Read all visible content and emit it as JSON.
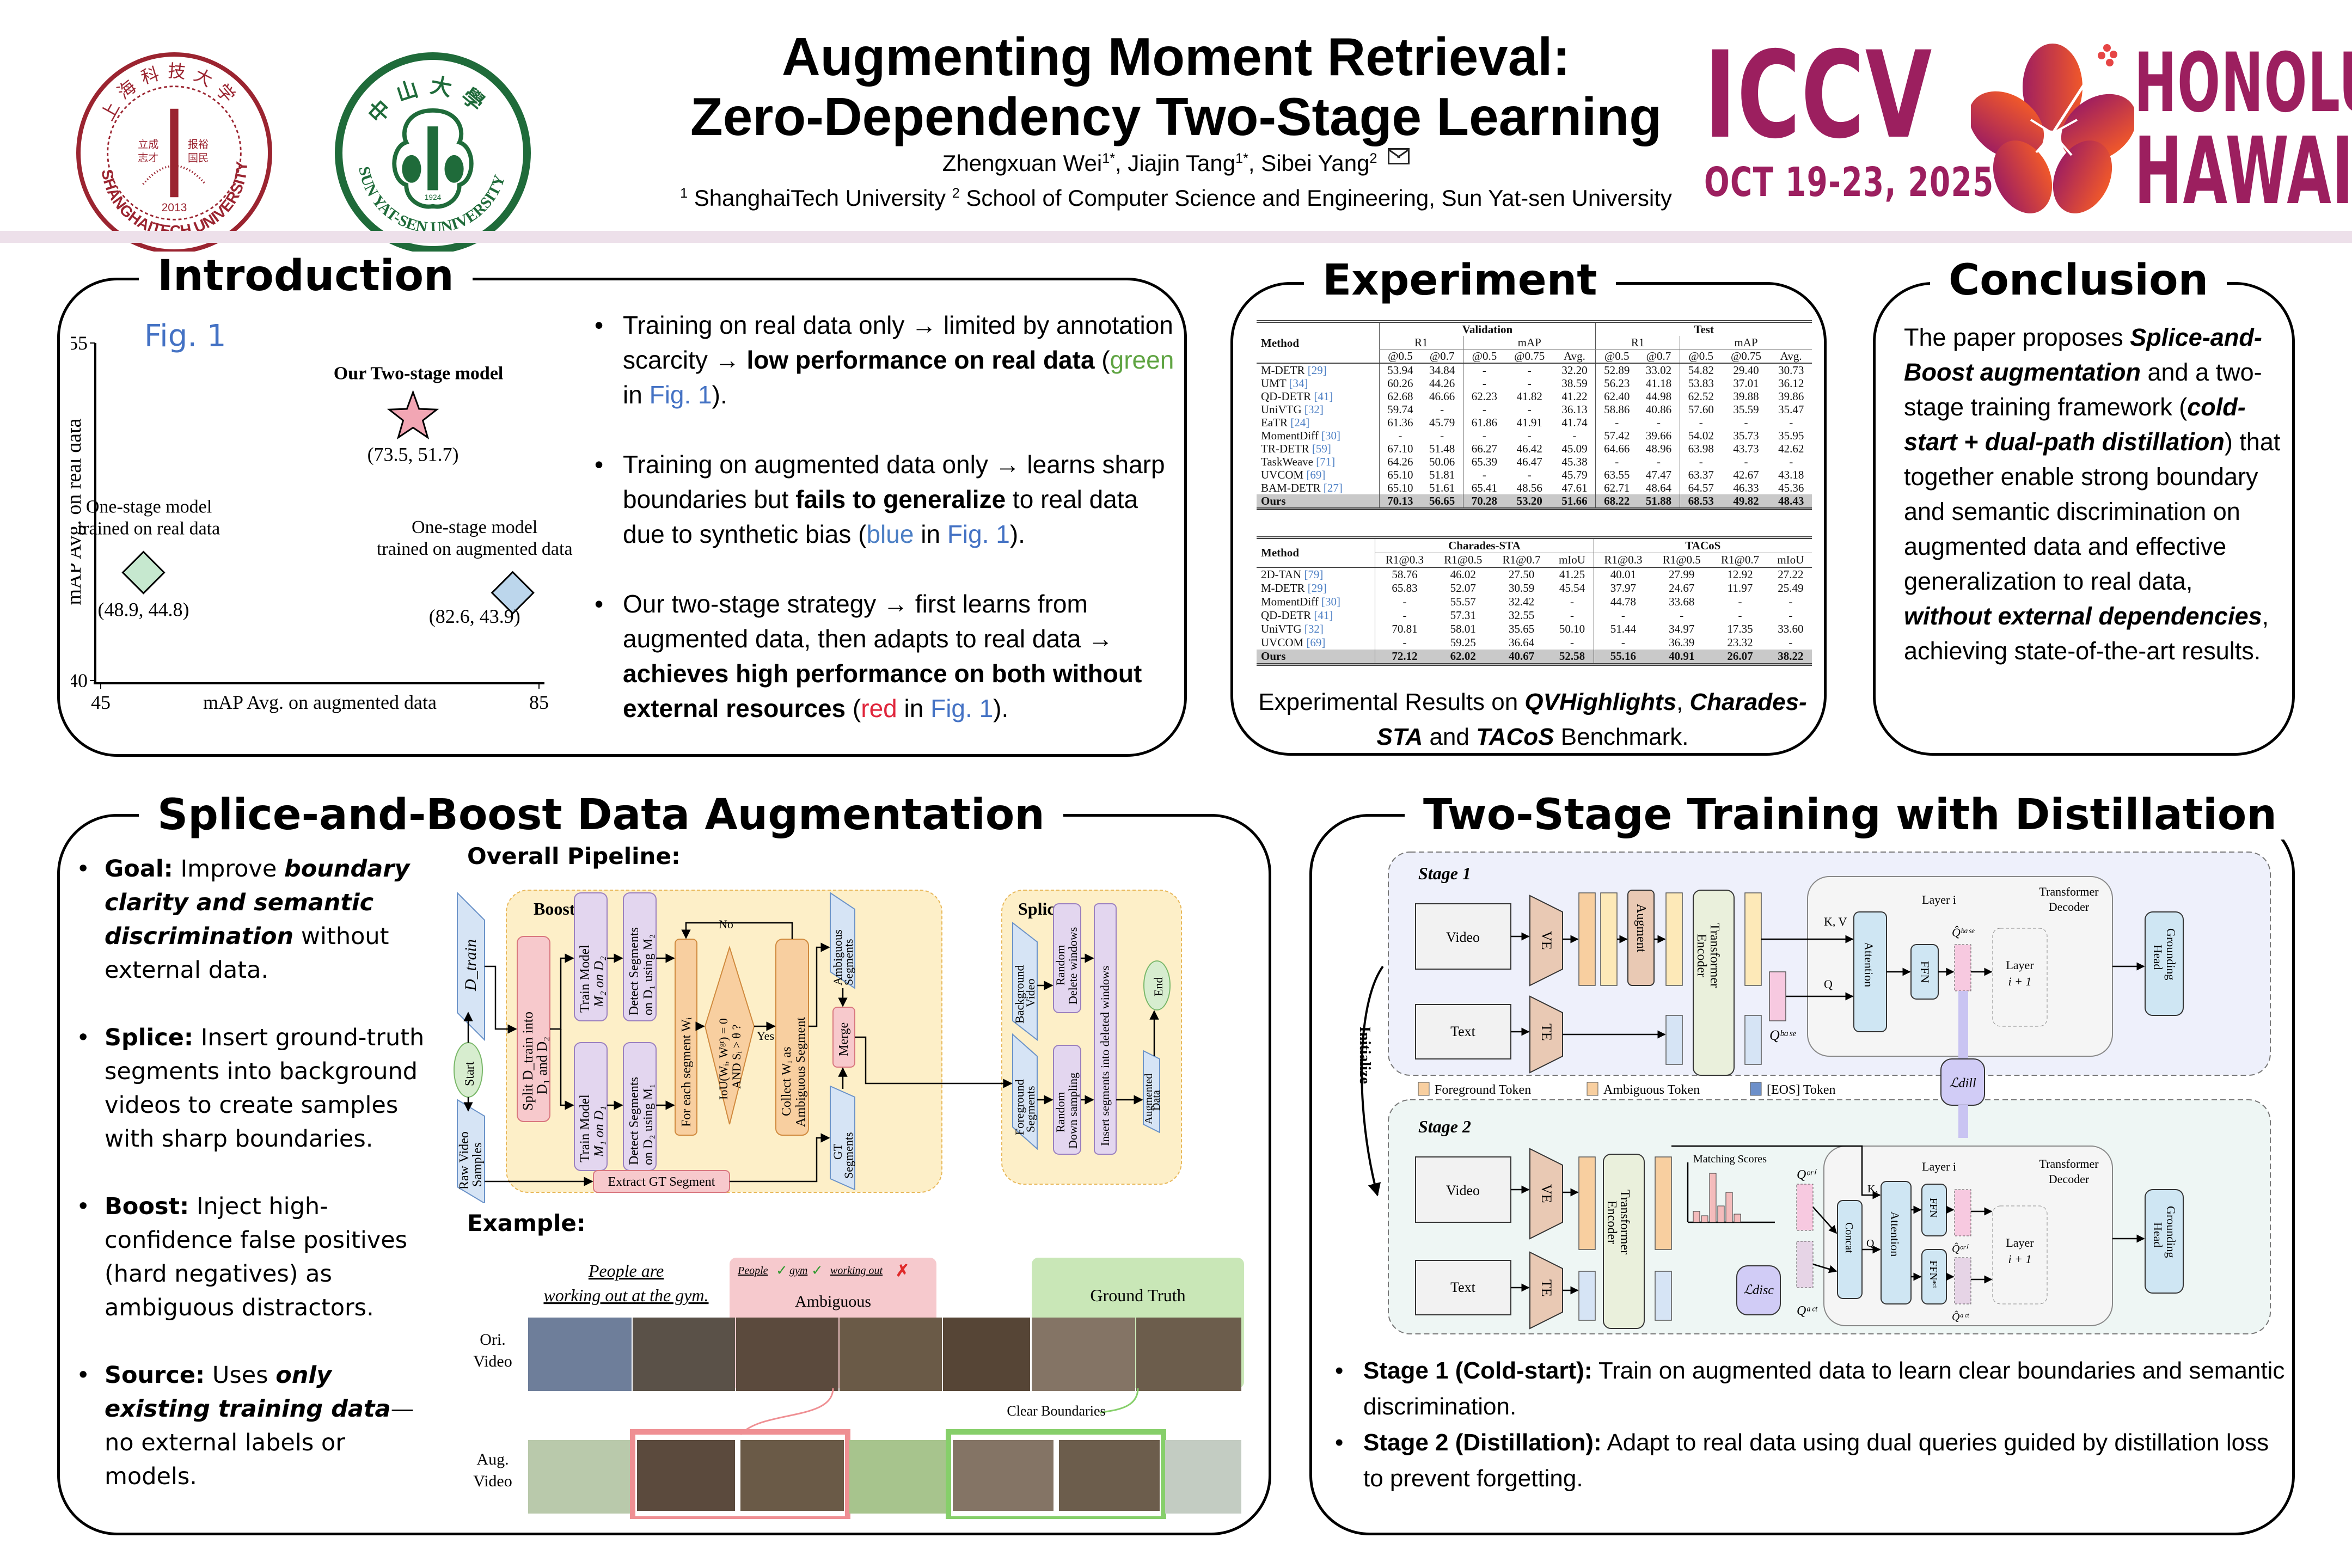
{
  "header": {
    "title_line1": "Augmenting Moment Retrieval:",
    "title_line2": "Zero-Dependency Two-Stage Learning",
    "authors": [
      {
        "name": "Zhengxuan Wei",
        "sup": "1*"
      },
      {
        "name": "Jiajin Tang",
        "sup": "1*"
      },
      {
        "name": "Sibei Yang",
        "sup": "2"
      }
    ],
    "corresponding_icon": "mail-icon",
    "affiliations": [
      {
        "sup": "1",
        "name": "ShanghaiTech University"
      },
      {
        "sup": "2",
        "name": "School of Computer Science and Engineering, Sun Yat-sen University"
      }
    ],
    "logos": {
      "shanghaitech": {
        "text": "SHANGHAITECH UNIVERSITY",
        "cn": "上海科技大学",
        "year": "2013",
        "motto": [
          "立成",
          "志才",
          "报裕",
          "国民"
        ],
        "color": "#9b2430"
      },
      "sysu": {
        "text": "SUN YAT-SEN UNIVERSITY",
        "cn": "中山大學",
        "year": "1924",
        "color": "#1f6b3a"
      }
    },
    "conference": {
      "name": "ICCV",
      "dates": "OCT 19-23, 2025",
      "city": "HONOLULU",
      "state": "HAWAII",
      "color": "#9c1f5f"
    }
  },
  "intro": {
    "title": "Introduction",
    "fig_label": "Fig. 1",
    "bullets": [
      {
        "parts": [
          {
            "t": "Training on real data only → limited by annotation scarcity → ",
            "s": "n"
          },
          {
            "t": "low performance on real data",
            "s": "b"
          },
          {
            "t": " (",
            "s": "n"
          },
          {
            "t": "green",
            "s": "green"
          },
          {
            "t": " in ",
            "s": "n"
          },
          {
            "t": "Fig. 1",
            "s": "fig"
          },
          {
            "t": ").",
            "s": "n"
          }
        ]
      },
      {
        "parts": [
          {
            "t": "Training on augmented data only → learns sharp boundaries but ",
            "s": "n"
          },
          {
            "t": "fails to generalize",
            "s": "b"
          },
          {
            "t": " to real data due to synthetic bias (",
            "s": "n"
          },
          {
            "t": "blue",
            "s": "blue"
          },
          {
            "t": " in ",
            "s": "n"
          },
          {
            "t": "Fig. 1",
            "s": "fig"
          },
          {
            "t": ").",
            "s": "n"
          }
        ]
      },
      {
        "parts": [
          {
            "t": "Our two-stage strategy → first learns from augmented data, then adapts to real data → ",
            "s": "n"
          },
          {
            "t": "achieves high performance on both without external resources",
            "s": "b"
          },
          {
            "t": " (",
            "s": "n"
          },
          {
            "t": "red",
            "s": "red"
          },
          {
            "t": " in ",
            "s": "n"
          },
          {
            "t": "Fig. 1",
            "s": "fig"
          },
          {
            "t": ").",
            "s": "n"
          }
        ]
      }
    ]
  },
  "chart_data": {
    "type": "scatter",
    "title": "Fig. 1",
    "xlabel": "mAP Avg. on augmented data",
    "ylabel": "mAP Avg. on real data",
    "xlim": [
      45,
      85
    ],
    "ylim": [
      40,
      55
    ],
    "xticks": [
      45,
      85
    ],
    "yticks": [
      40,
      55
    ],
    "grid": false,
    "points": [
      {
        "name": "Our Two-stage model",
        "label_lines": [
          "Our Two-stage model"
        ],
        "x": 73.5,
        "y": 51.7,
        "value_label": "(73.5, 51.7)",
        "marker": "star",
        "color": "#f2a6b4",
        "bold": true
      },
      {
        "name": "One-stage model trained on real data",
        "label_lines": [
          "One-stage model",
          "trained on real data"
        ],
        "x": 48.9,
        "y": 44.8,
        "value_label": "(48.9, 44.8)",
        "marker": "diamond",
        "color": "#c6e8cf",
        "bold": false
      },
      {
        "name": "One-stage model trained on augmented data",
        "label_lines": [
          "One-stage model",
          "trained on augmented data"
        ],
        "x": 82.6,
        "y": 43.9,
        "value_label": "(82.6, 43.9)",
        "marker": "diamond",
        "color": "#bcd6ec",
        "bold": false
      }
    ]
  },
  "experiment": {
    "title": "Experiment",
    "table1": {
      "method_header": "Method",
      "groups": [
        "Validation",
        "Test"
      ],
      "subgroups": [
        "R1",
        "mAP",
        "R1",
        "mAP"
      ],
      "columns": [
        "@0.5",
        "@0.7",
        "@0.5",
        "@0.75",
        "Avg.",
        "@0.5",
        "@0.7",
        "@0.5",
        "@0.75",
        "Avg."
      ],
      "rows": [
        {
          "method": "M-DETR",
          "ref": "[29]",
          "values": [
            "53.94",
            "34.84",
            "-",
            "-",
            "32.20",
            "52.89",
            "33.02",
            "54.82",
            "29.40",
            "30.73"
          ]
        },
        {
          "method": "UMT",
          "ref": "[34]",
          "values": [
            "60.26",
            "44.26",
            "-",
            "-",
            "38.59",
            "56.23",
            "41.18",
            "53.83",
            "37.01",
            "36.12"
          ]
        },
        {
          "method": "QD-DETR",
          "ref": "[41]",
          "values": [
            "62.68",
            "46.66",
            "62.23",
            "41.82",
            "41.22",
            "62.40",
            "44.98",
            "62.52",
            "39.88",
            "39.86"
          ]
        },
        {
          "method": "UniVTG",
          "ref": "[32]",
          "values": [
            "59.74",
            "-",
            "-",
            "-",
            "36.13",
            "58.86",
            "40.86",
            "57.60",
            "35.59",
            "35.47"
          ]
        },
        {
          "method": "EaTR",
          "ref": "[24]",
          "values": [
            "61.36",
            "45.79",
            "61.86",
            "41.91",
            "41.74",
            "-",
            "-",
            "-",
            "-",
            "-"
          ]
        },
        {
          "method": "MomentDiff",
          "ref": "[30]",
          "values": [
            "-",
            "-",
            "-",
            "-",
            "-",
            "57.42",
            "39.66",
            "54.02",
            "35.73",
            "35.95"
          ]
        },
        {
          "method": "TR-DETR",
          "ref": "[59]",
          "values": [
            "67.10",
            "51.48",
            "66.27",
            "46.42",
            "45.09",
            "64.66",
            "48.96",
            "63.98",
            "43.73",
            "42.62"
          ]
        },
        {
          "method": "TaskWeave",
          "ref": "[71]",
          "values": [
            "64.26",
            "50.06",
            "65.39",
            "46.47",
            "45.38",
            "-",
            "-",
            "-",
            "-",
            "-"
          ]
        },
        {
          "method": "UVCOM",
          "ref": "[69]",
          "values": [
            "65.10",
            "51.81",
            "-",
            "-",
            "45.79",
            "63.55",
            "47.47",
            "63.37",
            "42.67",
            "43.18"
          ]
        },
        {
          "method": "BAM-DETR",
          "ref": "[27]",
          "values": [
            "65.10",
            "51.61",
            "65.41",
            "48.56",
            "47.61",
            "62.71",
            "48.64",
            "64.57",
            "46.33",
            "45.36"
          ]
        }
      ],
      "ours": {
        "method": "Ours",
        "values": [
          "70.13",
          "56.65",
          "70.28",
          "53.20",
          "51.66",
          "68.22",
          "51.88",
          "68.53",
          "49.82",
          "48.43"
        ]
      }
    },
    "table2": {
      "method_header": "Method",
      "groups": [
        "Charades-STA",
        "TACoS"
      ],
      "columns": [
        "R1@0.3",
        "R1@0.5",
        "R1@0.7",
        "mIoU",
        "R1@0.3",
        "R1@0.5",
        "R1@0.7",
        "mIoU"
      ],
      "rows": [
        {
          "method": "2D-TAN",
          "ref": "[79]",
          "values": [
            "58.76",
            "46.02",
            "27.50",
            "41.25",
            "40.01",
            "27.99",
            "12.92",
            "27.22"
          ]
        },
        {
          "method": "M-DETR",
          "ref": "[29]",
          "values": [
            "65.83",
            "52.07",
            "30.59",
            "45.54",
            "37.97",
            "24.67",
            "11.97",
            "25.49"
          ]
        },
        {
          "method": "MomentDiff",
          "ref": "[30]",
          "values": [
            "-",
            "55.57",
            "32.42",
            "-",
            "44.78",
            "33.68",
            "-",
            "-"
          ]
        },
        {
          "method": "QD-DETR",
          "ref": "[41]",
          "values": [
            "-",
            "57.31",
            "32.55",
            "-",
            "-",
            "-",
            "-",
            "-"
          ]
        },
        {
          "method": "UniVTG",
          "ref": "[32]",
          "values": [
            "70.81",
            "58.01",
            "35.65",
            "50.10",
            "51.44",
            "34.97",
            "17.35",
            "33.60"
          ]
        },
        {
          "method": "UVCOM",
          "ref": "[69]",
          "values": [
            "-",
            "59.25",
            "36.64",
            "-",
            "-",
            "36.39",
            "23.32",
            "-"
          ]
        }
      ],
      "ours": {
        "method": "Ours",
        "values": [
          "72.12",
          "62.02",
          "40.67",
          "52.58",
          "55.16",
          "40.91",
          "26.07",
          "38.22"
        ]
      }
    },
    "caption_parts": [
      {
        "t": "Experimental Results on ",
        "s": "n"
      },
      {
        "t": "QVHighlights",
        "s": "bi"
      },
      {
        "t": ", ",
        "s": "n"
      },
      {
        "t": "Charades-STA",
        "s": "bi"
      },
      {
        "t": " and ",
        "s": "n"
      },
      {
        "t": "TACoS",
        "s": "bi"
      },
      {
        "t": " Benchmark.",
        "s": "n"
      }
    ]
  },
  "conclusion": {
    "title": "Conclusion",
    "parts": [
      {
        "t": "The paper proposes ",
        "s": "n"
      },
      {
        "t": "Splice-and-Boost augmentation",
        "s": "bi"
      },
      {
        "t": " and a two-stage training framework (",
        "s": "n"
      },
      {
        "t": "cold-start + dual-path distillation",
        "s": "bi"
      },
      {
        "t": ") that together enable strong boundary and semantic discrimination on augmented data and effective generalization to real data, ",
        "s": "n"
      },
      {
        "t": "without external dependencies",
        "s": "bi"
      },
      {
        "t": ", achieving state-of-the-art results.",
        "s": "n"
      }
    ]
  },
  "splice_boost": {
    "title": "Splice-and-Boost Data Augmentation",
    "bullets": [
      {
        "parts": [
          {
            "t": "Goal:",
            "s": "b"
          },
          {
            "t": " Improve ",
            "s": "n"
          },
          {
            "t": "boundary clarity and semantic discrimination",
            "s": "bi"
          },
          {
            "t": " without external data.",
            "s": "n"
          }
        ]
      },
      {
        "parts": [
          {
            "t": "Splice:",
            "s": "b"
          },
          {
            "t": " Insert ground-truth segments into background videos to create samples with sharp boundaries.",
            "s": "n"
          }
        ]
      },
      {
        "parts": [
          {
            "t": "Boost:",
            "s": "b"
          },
          {
            "t": " Inject high-confidence false positives (hard negatives) as ambiguous distractors.",
            "s": "n"
          }
        ]
      },
      {
        "parts": [
          {
            "t": "Source:",
            "s": "b"
          },
          {
            "t": " Uses ",
            "s": "n"
          },
          {
            "t": "only existing training data",
            "s": "bi"
          },
          {
            "t": "—no external labels or models.",
            "s": "n"
          }
        ]
      }
    ],
    "pipeline_heading": "Overall Pipeline:",
    "example_heading": "Example:",
    "pipeline": {
      "start": "Start",
      "end": "End",
      "d_train": "D_train",
      "raw_video": [
        "Raw Video",
        "Samples"
      ],
      "boost_label": "Boost",
      "splice_label": "Splice",
      "split": [
        "Split D_train into",
        "D₁ and D₂"
      ],
      "train_m2": [
        "Train Model",
        "M₂ on D₂"
      ],
      "train_m1": [
        "Train Model",
        "M₁ on D₁"
      ],
      "detect_m2": [
        "Detect Segments",
        "on D₁ using M₂"
      ],
      "detect_m1": [
        "Detect Segments",
        "on D₂ using M₁"
      ],
      "for_each": "For each segment Wᵢ",
      "condition": [
        "IoU(Wᵢ, Wᵍᵗ) = 0",
        "AND Sᵢ > θ ?"
      ],
      "no": "No",
      "yes": "Yes",
      "collect": [
        "Collect Wᵢ as",
        "Ambiguous Segment"
      ],
      "ambiguous_segments": [
        "Ambiguous",
        "Segments"
      ],
      "gt_segments": [
        "GT",
        "Segments"
      ],
      "merge": "Merge",
      "extract_gt": "Extract GT Segment",
      "background_video": [
        "Background",
        "Video"
      ],
      "foreground_segments": [
        "Foreground",
        "Segments"
      ],
      "random_delete": [
        "Random",
        "Delete windows"
      ],
      "random_down": [
        "Random",
        "Down sampling"
      ],
      "insert": "Insert segments into deleted windows",
      "augmented": [
        "Augmented",
        "Data"
      ]
    },
    "example": {
      "query": [
        "People are",
        "working out at the gym."
      ],
      "ambiguous_tags": [
        "People",
        "gym",
        "working out"
      ],
      "ambiguous_tag_status": [
        "check",
        "check",
        "cross"
      ],
      "ambiguous_label": "Ambiguous",
      "gt_label": "Ground Truth",
      "ori_label": [
        "Ori.",
        "Video"
      ],
      "aug_label": [
        "Aug.",
        "Video"
      ],
      "clear_boundaries": "Clear Boundaries"
    }
  },
  "two_stage": {
    "title": "Two-Stage Training with Distillation",
    "diagram": {
      "stage1": "Stage 1",
      "stage2": "Stage 2",
      "video": "Video",
      "text": "Text",
      "ve": "VE",
      "te": "TE",
      "augment": "Augment",
      "encoder": [
        "Transformer",
        "Encoder"
      ],
      "decoder": [
        "Transformer",
        "Decoder"
      ],
      "layer_i": "Layer i",
      "layer_next": [
        "Layer",
        "i + 1"
      ],
      "attention": "Attention",
      "ffn": "FFN",
      "ffn_act": "FFNᵃᶜᵗ",
      "concat": "Concat",
      "grounding_head": [
        "Grounding",
        "Head"
      ],
      "kv": "K, V",
      "q": "Q",
      "q_base": "Qᵇᵃˢᵉ",
      "q_base_hat": "Q̂ᵇᵃˢᵉ",
      "q_ori": "Qᵒʳⁱ",
      "q_act": "Qᵃᶜᵗ",
      "q_ori_hat": "Q̂ᵒʳⁱ",
      "q_act_hat": "Q̂ᵃᶜᵗ",
      "l_dill": "ℒdill",
      "l_disc": "ℒdisc",
      "matching_scores": "Matching Scores",
      "initialize": "Initialize",
      "legend": [
        "Foreground Token",
        "Ambiguous Token",
        "[EOS] Token"
      ]
    },
    "bullets": [
      {
        "parts": [
          {
            "t": "Stage 1 (Cold-start):",
            "s": "b"
          },
          {
            "t": " Train on augmented data to learn clear boundaries and semantic discrimination.",
            "s": "n"
          }
        ]
      },
      {
        "parts": [
          {
            "t": "Stage 2 (Distillation):",
            "s": "b"
          },
          {
            "t": " Adapt to real data using dual queries guided by distillation loss to prevent forgetting.",
            "s": "n"
          }
        ]
      }
    ]
  },
  "colors": {
    "header_band": "#ede0ea",
    "fig_blue": "#4472c4",
    "green": "#5fa442",
    "blue": "#4c7fc4",
    "red": "#e0263c",
    "boost_bg": "#fdefc8",
    "pink_box": "#f7c9cc",
    "purple_box": "#e3d6ef",
    "blue_para": "#d6e4f5",
    "orange_box": "#f8cfa0"
  }
}
